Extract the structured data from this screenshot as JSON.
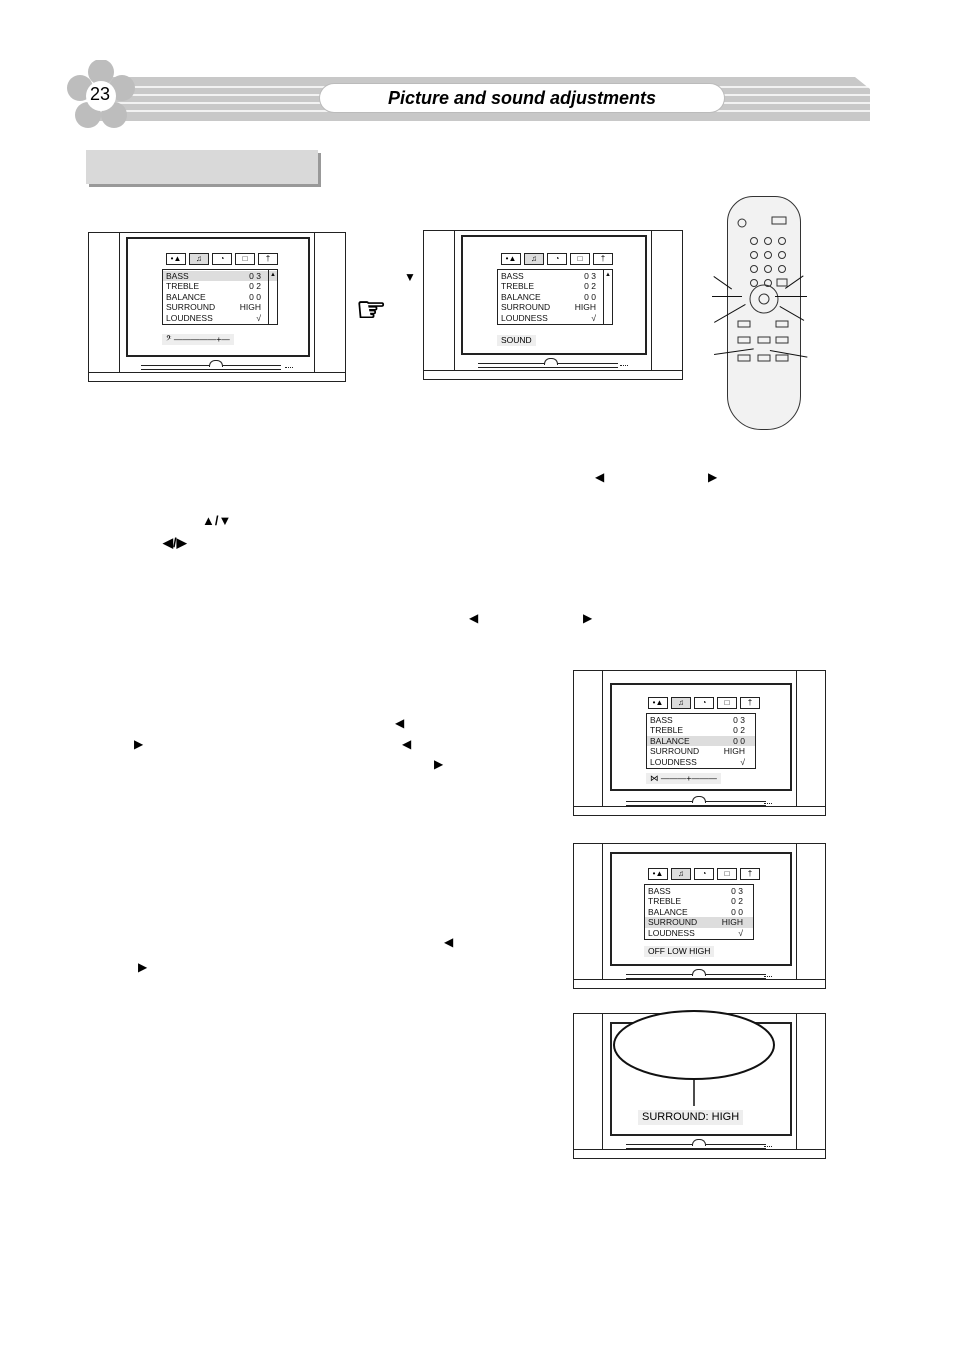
{
  "header": {
    "page_number": "23",
    "title": "Picture and sound adjustments"
  },
  "menu_items": [
    "BASS",
    "TREBLE",
    "BALANCE",
    "SURROUND",
    "LOUDNESS"
  ],
  "menu_values": [
    "0 3",
    "0 2",
    "0 0",
    "HIGH",
    "√"
  ],
  "tab_icons": [
    "•▲",
    "♫",
    "◔",
    "□",
    "†"
  ],
  "tv1": {
    "status": "𝄢 —————+—"
  },
  "tv2": {
    "status": "SOUND"
  },
  "tv3": {
    "status": "⋈ ———+———"
  },
  "tv4": {
    "status": "OFF  LOW  HIGH"
  },
  "tv5": {
    "status": "SURROUND: HIGH"
  },
  "glyphs": {
    "left": "◀",
    "right": "▶",
    "down": "▼",
    "up_down": "▲/▼",
    "left_right": "◀/▶",
    "hand": "☞"
  }
}
